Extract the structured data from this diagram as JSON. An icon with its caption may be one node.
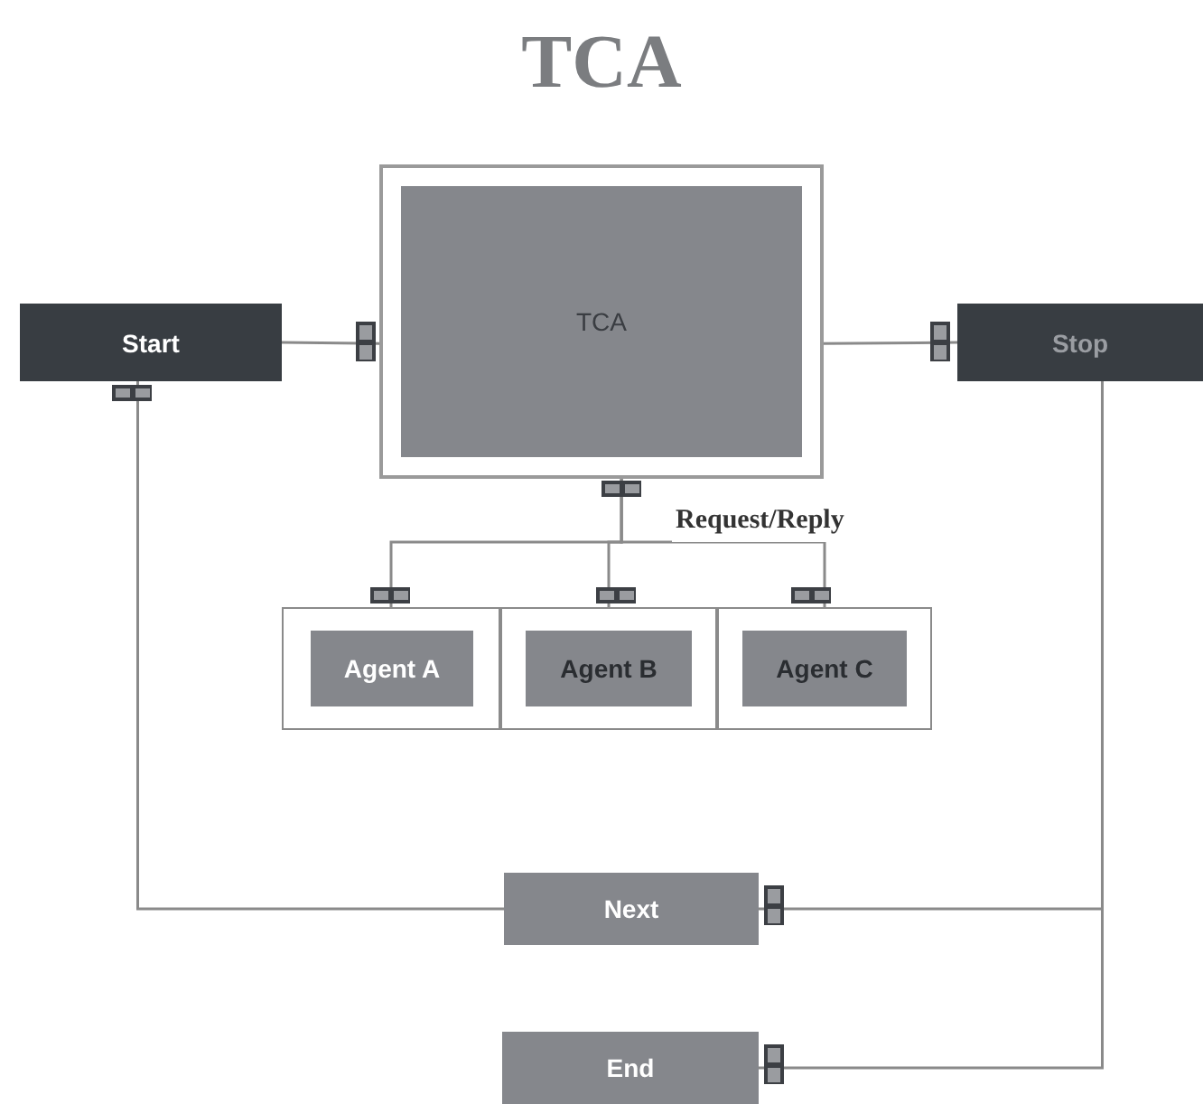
{
  "diagram": {
    "title": "TCA",
    "nodes": [
      {
        "text": [],
        "shape": "box"
      },
      {
        "text": [
          "TCA"
        ],
        "in": 0
      },
      {
        "text": [
          "Start"
        ]
      },
      {
        "text": [
          "Stop"
        ]
      },
      {
        "text": [],
        "shape": "box"
      },
      {
        "text": [],
        "shape": "box"
      },
      {
        "text": [],
        "shape": "box"
      },
      {
        "text": [
          "Agent A"
        ],
        "in": 4
      },
      {
        "text": [
          "Agent B"
        ],
        "in": 5
      },
      {
        "text": [
          "Agent C"
        ],
        "in": 6
      },
      {
        "text": [
          "Next"
        ]
      },
      {
        "text": [
          "End"
        ]
      }
    ],
    "edges": [
      {
        "from": 2,
        "to": 0,
        "arrow": "none"
      },
      {
        "from": 0,
        "to": 3,
        "arrow": "none"
      },
      {
        "from": 0,
        "to": 4,
        "arrow": "none"
      },
      {
        "from": 0,
        "to": 5,
        "arrow": "none"
      },
      {
        "from": 0,
        "to": 6,
        "arrow": "none",
        "label": "Request/Reply"
      },
      {
        "from": 3,
        "to": 10,
        "arrow": "none"
      },
      {
        "from": 3,
        "to": 11,
        "arrow": "none"
      },
      {
        "from": 10,
        "to": 2,
        "arrow": "none"
      }
    ]
  }
}
